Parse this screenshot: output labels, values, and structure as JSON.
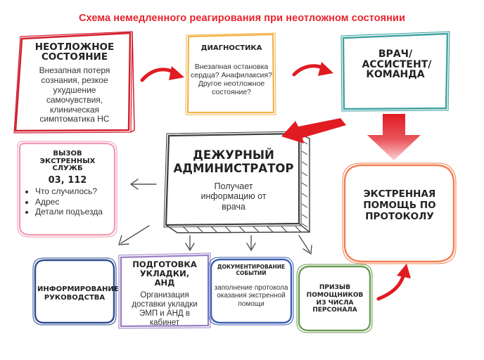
{
  "title": "Схема немедленного реагирования при неотложном состоянии",
  "colors": {
    "title": "#e8232d",
    "emergency": "#d21f2f",
    "diagnostics": "#f4b24a",
    "doctor": "#3fa2a0",
    "admin": "#3b3b3b",
    "calls": "#f19ab1",
    "protocol": "#f47c4f",
    "inform": "#2e4b8f",
    "prep": "#9a7fc4",
    "docs": "#3b5fb0",
    "helpers": "#6b9b53",
    "arrow_red": "#e11b22"
  },
  "nodes": {
    "emergency": {
      "title": "Неотложное состояние",
      "text": "Внезапная потеря сознания, резкое ухудшение самочувствия, клиническая симптоматика НС"
    },
    "diagnostics": {
      "title": "Диагностика",
      "text": "Внезапная остановка сердца? Анафилаксия? Другое неотложное состояние?"
    },
    "doctor": {
      "title": "Врач/ Ассистент/ Команда"
    },
    "admin": {
      "title": "Дежурный администратор",
      "text": "Получает информацию от врача"
    },
    "calls": {
      "title": "Вызов экстренных служб",
      "number": "03, 112",
      "items": [
        "Что случилось?",
        "Адрес",
        "Детали подъезда"
      ]
    },
    "protocol": {
      "title": "Экстренная помощь по протоколу"
    },
    "inform": {
      "title": "Информирование руководства"
    },
    "prep": {
      "title": "Подготовка укладки, АНД",
      "text": "Организация доставки укладки ЭМП и АНД в кабинет"
    },
    "docs": {
      "title": "Документирование событий",
      "text": "заполнение протокола оказания экстренной помощи"
    },
    "helpers": {
      "title": "Призыв помощников из числа персонала"
    }
  }
}
